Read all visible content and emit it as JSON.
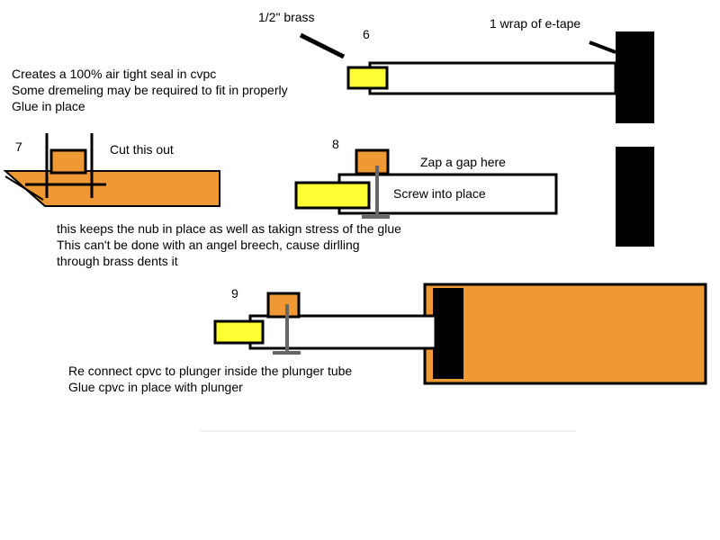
{
  "colors": {
    "brass": "#ffff33",
    "plunger": "#ee9933",
    "outline": "#000000",
    "screw": "#666666",
    "background": "#ffffff"
  },
  "labels": {
    "brass_half_inch": "1/2\" brass",
    "step_6": "6",
    "etape": "1 wrap of e-tape",
    "seal_note": [
      "Creates a 100% air tight seal in cvpc",
      "Some dremeling may be required to fit in properly",
      "Glue in place"
    ],
    "step_7": "7",
    "cut_this_out": "Cut this out",
    "step_8": "8",
    "zap_gap": "Zap a gap here",
    "screw_into_place": "Screw into place",
    "nub_note": [
      "this keeps the nub in place as well as takign stress of the glue",
      "This can't be done with an angel breech, cause dirlling",
      "through brass dents it"
    ],
    "step_9": "9",
    "reconnect_note": [
      "Re connect cpvc to plunger inside the plunger tube",
      "Glue cpvc in place with plunger"
    ]
  }
}
